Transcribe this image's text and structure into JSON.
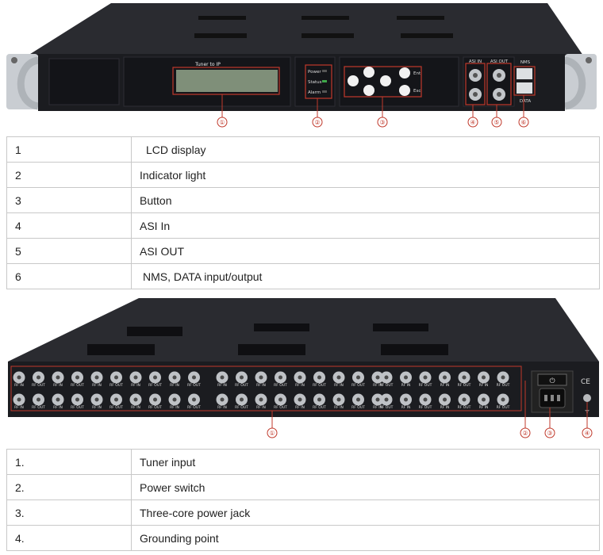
{
  "front_panel": {
    "lcd_title": "Tuner to IP",
    "indicators": [
      "Power",
      "Status",
      "Alarm"
    ],
    "button_labels": [
      "Ent",
      "Esc"
    ],
    "port_labels": {
      "asi_in": "ASI IN",
      "asi_out": "ASI OUT",
      "nms": "NMS",
      "data": "DATA"
    },
    "callouts": [
      "①",
      "②",
      "③",
      "④",
      "⑤",
      "⑥"
    ],
    "table": [
      {
        "num": "1",
        "desc": "LCD display"
      },
      {
        "num": "2",
        "desc": "Indicator light"
      },
      {
        "num": "3",
        "desc": "Button"
      },
      {
        "num": "4",
        "desc": "ASI In"
      },
      {
        "num": "5",
        "desc": "ASI OUT"
      },
      {
        "num": "6",
        "desc": "NMS, DATA input/output"
      }
    ]
  },
  "rear_panel": {
    "port_label_in": "RF IN",
    "port_label_out": "RF OUT",
    "callouts": [
      "①",
      "②",
      "③",
      "④"
    ],
    "table": [
      {
        "num": "1.",
        "desc": "Tuner input"
      },
      {
        "num": "2.",
        "desc": "Power switch"
      },
      {
        "num": "3.",
        "desc": "Three-core power jack"
      },
      {
        "num": "4.",
        "desc": "Grounding point"
      }
    ]
  },
  "colors": {
    "callout": "#c0392b",
    "chassis": "#1b1c20",
    "lcd": "#7f8f79",
    "led_green": "#3ea84a"
  }
}
